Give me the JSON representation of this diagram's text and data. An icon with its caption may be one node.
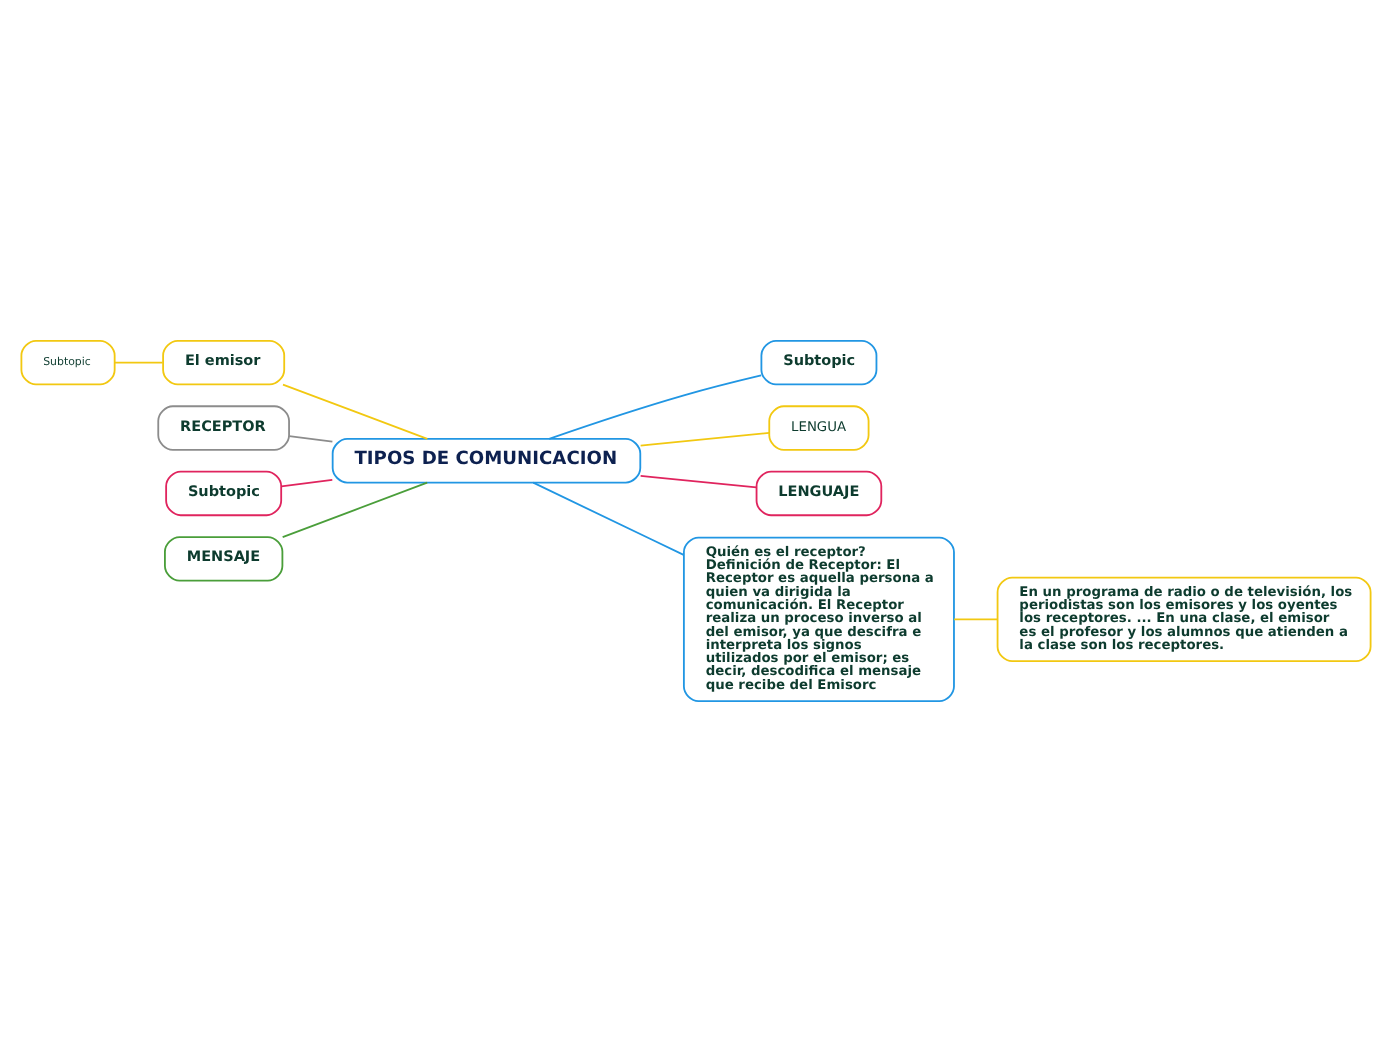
{
  "diagram": {
    "nodes": [
      {
        "text": [
          "Subtopic"
        ]
      },
      {
        "text": [
          "El emisor"
        ]
      },
      {
        "text": [
          "Subtopic"
        ]
      },
      {
        "text": [
          "LENGUA"
        ]
      },
      {
        "text": [
          "RECEPTOR"
        ]
      },
      {
        "text": [
          "Subtopic"
        ]
      },
      {
        "text": [
          "TIPOS DE COMUNICACION"
        ]
      },
      {
        "text": [
          "LENGUAJE"
        ]
      },
      {
        "text": [
          "MENSAJE"
        ]
      },
      {
        "text": [
          "Quién es el receptor? Definición de Receptor: El Receptor es aquella persona a quien va dirigida la comunicación. El Receptor realiza un proceso inverso al del emisor, ya que descifra e interpreta los signos utilizados por el emisor; es decir, descodifica el mensaje que recibe del Emisorc"
        ]
      },
      {
        "text": [
          "En un programa de radio o de televisión, los periodistas son los emisores y los oyentes los receptores. ... En una clase, el emisor es el profesor y los alumnos que atienden a la clase son los receptores."
        ]
      }
    ],
    "edges": [
      {
        "from": 6,
        "to": 1,
        "arrow": "none",
        "color": "#f2c811"
      },
      {
        "from": 1,
        "to": 0,
        "arrow": "none",
        "color": "#f2c811"
      },
      {
        "from": 6,
        "to": 2,
        "arrow": "none",
        "color": "#2196e3"
      },
      {
        "from": 6,
        "to": 3,
        "arrow": "none",
        "color": "#f2c811"
      },
      {
        "from": 6,
        "to": 5,
        "arrow": "none",
        "color": "#e0245e"
      },
      {
        "from": 6,
        "to": 4,
        "arrow": "none",
        "color": "#8c8c8c"
      },
      {
        "from": 6,
        "to": 7,
        "arrow": "none",
        "color": "#e0245e"
      },
      {
        "from": 6,
        "to": 8,
        "arrow": "none",
        "color": "#4a9e3a"
      },
      {
        "from": 6,
        "to": 9,
        "arrow": "none",
        "color": "#2196e3"
      },
      {
        "from": 9,
        "to": 10,
        "arrow": "none",
        "color": "#f2c811"
      }
    ]
  }
}
